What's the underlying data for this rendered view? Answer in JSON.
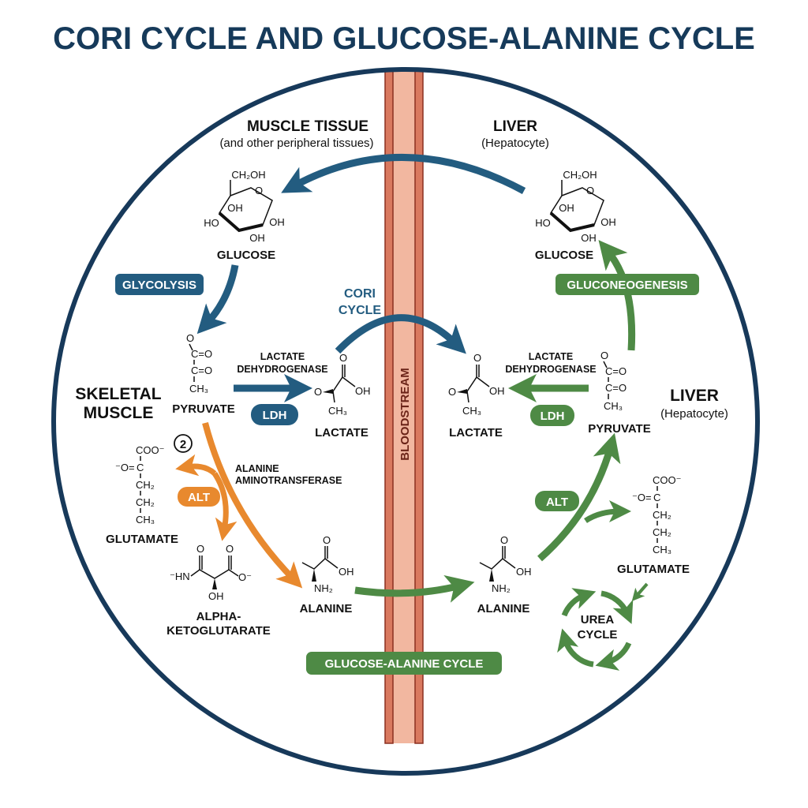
{
  "title": "CORI CYCLE AND GLUCOSE-ALANINE CYCLE",
  "colors": {
    "navy": "#17395a",
    "cori_blue": "#235c80",
    "green": "#4e8a45",
    "orange": "#e8892e",
    "bloodstream": "#f2b7a0",
    "bloodstream_edge": "#c0553f"
  },
  "regions": {
    "muscle": {
      "title": "MUSCLE TISSUE",
      "subtitle": "(and other peripheral tissues)"
    },
    "liver_top": {
      "title": "LIVER",
      "subtitle": "(Hepatocyte)"
    },
    "skeletal_muscle": {
      "line1": "SKELETAL",
      "line2": "MUSCLE"
    },
    "liver_right": {
      "title": "LIVER",
      "subtitle": "(Hepatocyte)"
    },
    "bloodstream": "BLOODSTREAM"
  },
  "atoms": {
    "ch2oh": "CH₂OH",
    "o": "O",
    "oh": "OH",
    "ho": "HO",
    "ch3": "CH₃",
    "ch2": "CH₂",
    "c_o": "C=O",
    "c": "C",
    "coo": "COO⁻",
    "o_eq": "⁻O=",
    "nh2": "NH₂",
    "hn": "⁻HN",
    "o_minus": "O⁻"
  },
  "molecules": {
    "glucose": "GLUCOSE",
    "pyruvate": "PYRUVATE",
    "lactate": "LACTATE",
    "glutamate": "GLUTAMATE",
    "alanine": "ALANINE",
    "akg_1": "ALPHA-",
    "akg_2": "KETOGLUTARATE"
  },
  "processes": {
    "glycolysis": "GLYCOLYSIS",
    "gluconeogenesis": "GLUCONEOGENESIS",
    "cori_1": "CORI",
    "cori_2": "CYCLE",
    "glucose_alanine": "GLUCOSE-ALANINE CYCLE",
    "urea_1": "UREA",
    "urea_2": "CYCLE"
  },
  "enzymes": {
    "ldh_1": "LACTATE",
    "ldh_2": "DEHYDROGENASE",
    "ldh_badge": "LDH",
    "alt_1": "ALANINE",
    "alt_2": "AMINOTRANSFERASE",
    "alt_badge": "ALT"
  },
  "step_marker": "2"
}
